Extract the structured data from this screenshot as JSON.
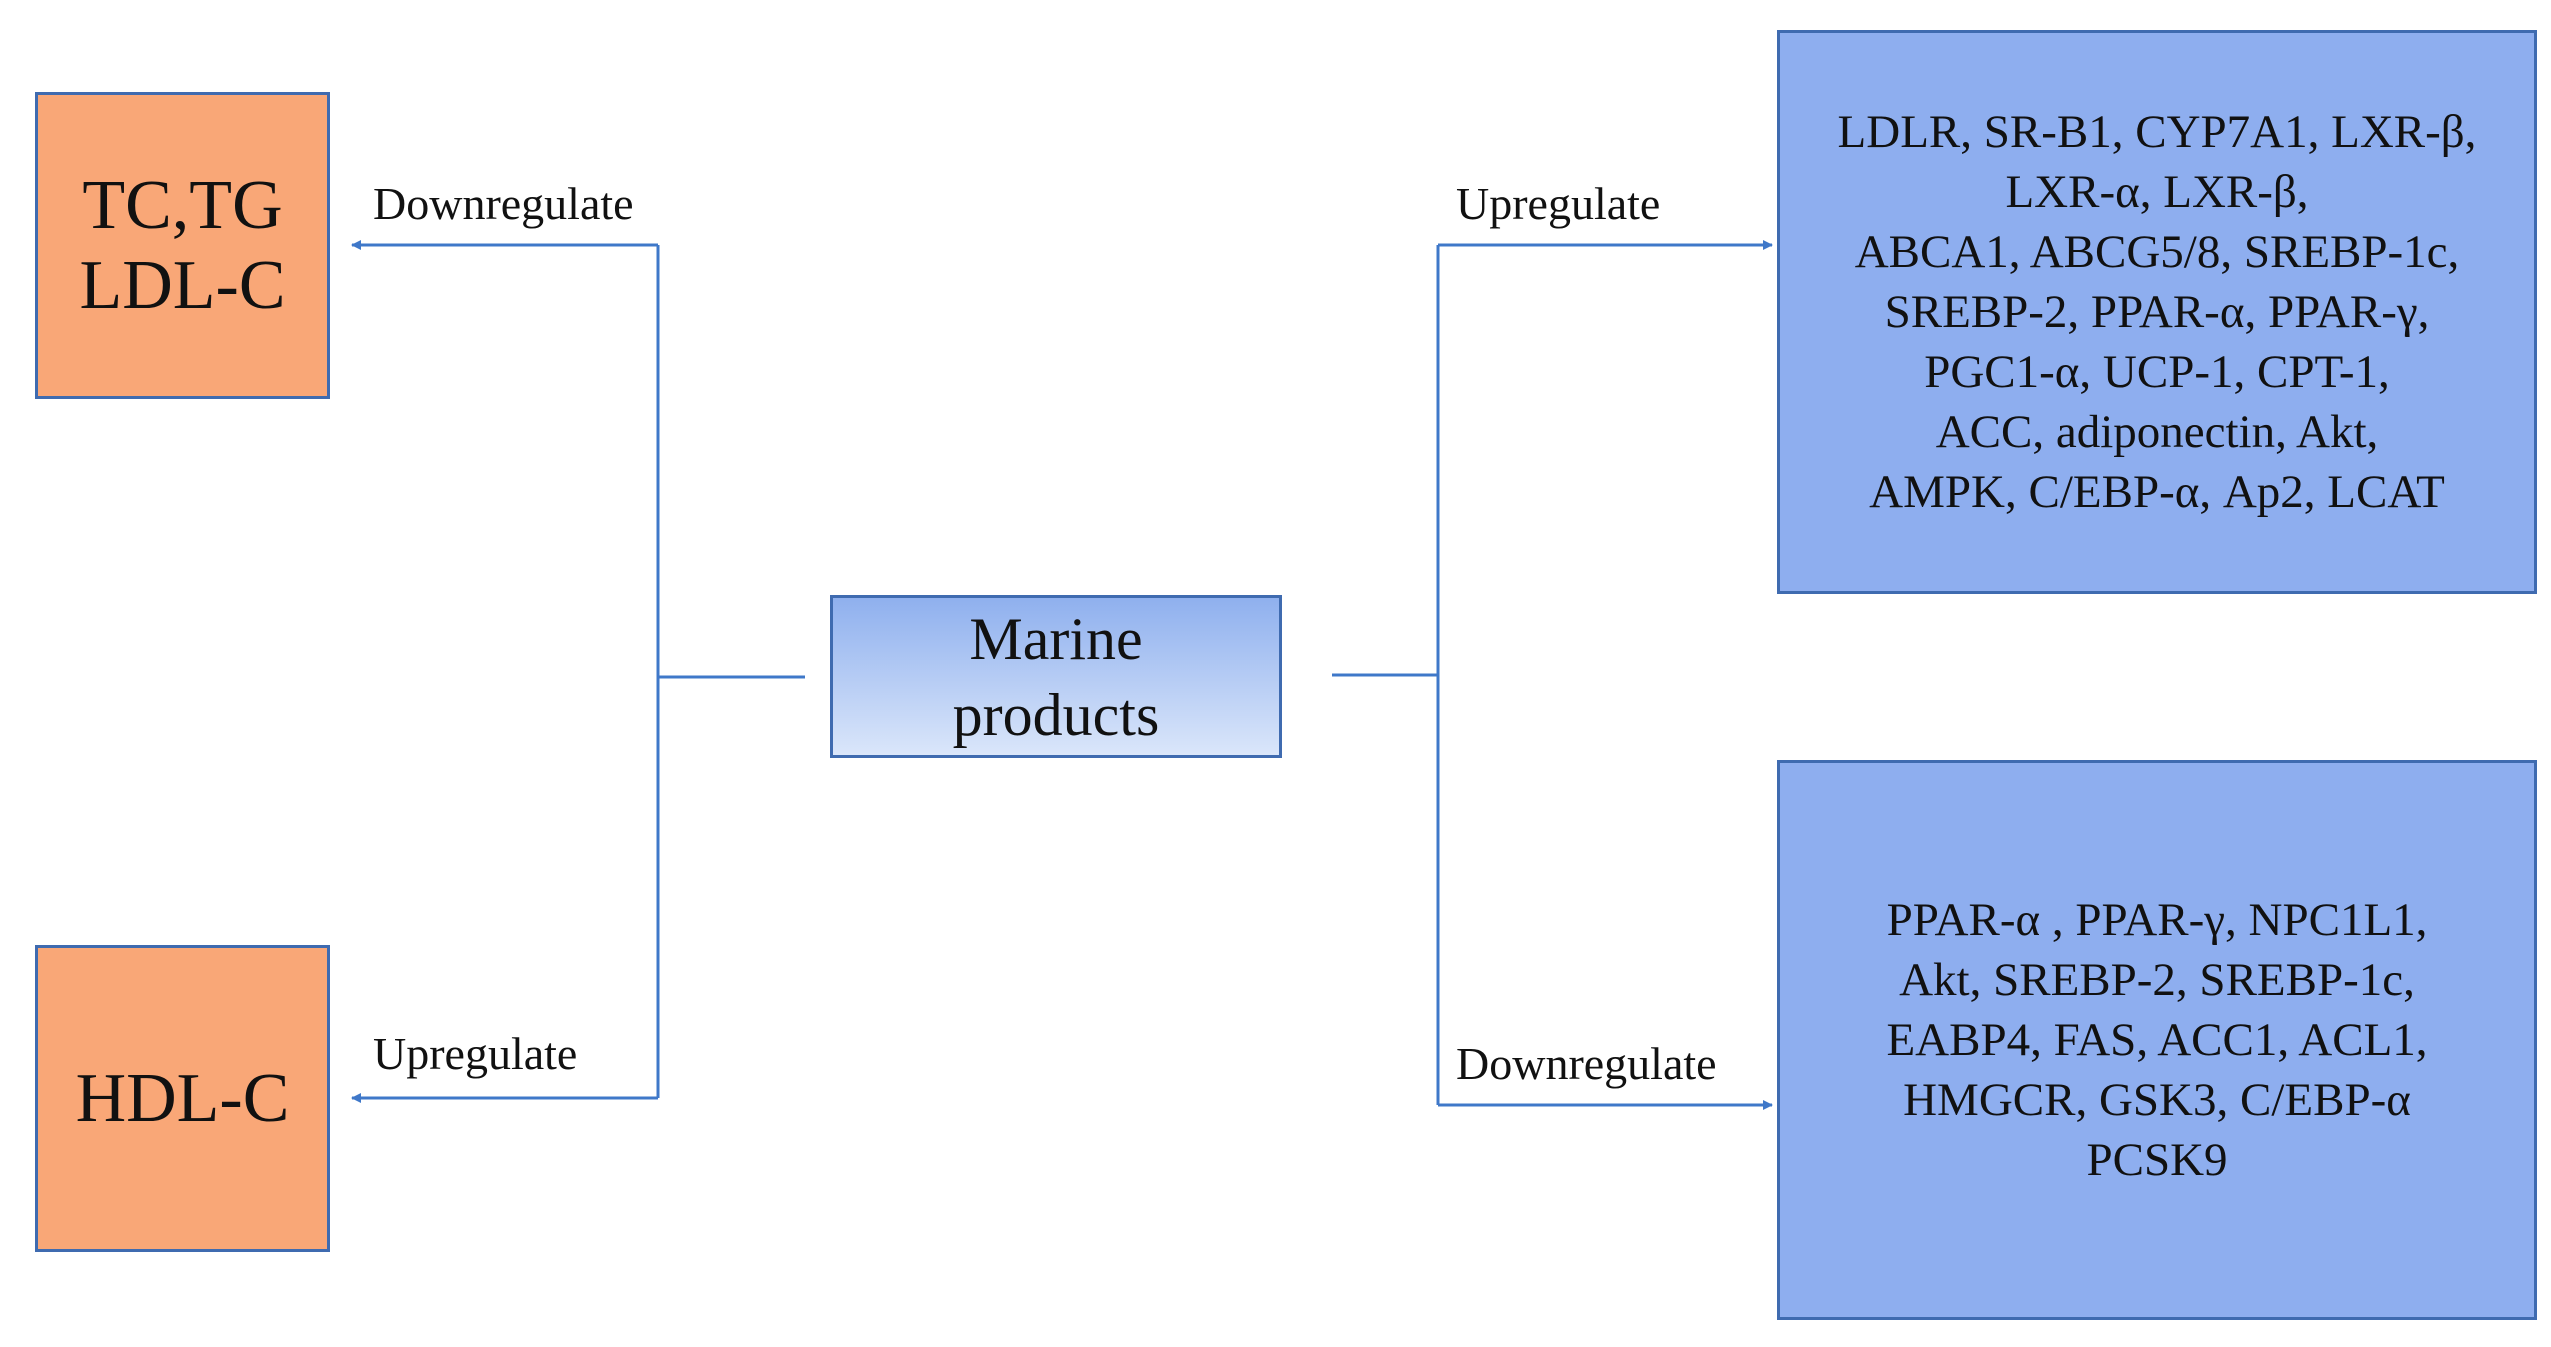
{
  "outcomes": {
    "tc_tg": [
      "TC,TG",
      "LDL-C"
    ],
    "hdl": "HDL-C"
  },
  "center_node": [
    "Marine",
    "products"
  ],
  "labels": {
    "left_top": "Downregulate",
    "left_bottom": "Upregulate",
    "right_top": "Upregulate",
    "right_bottom": "Downregulate"
  },
  "upregulated_genes": [
    "LDLR, SR-B1, CYP7A1, LXR-β,",
    "LXR-α, LXR-β,",
    "ABCA1, ABCG5/8, SREBP-1c,",
    "SREBP-2, PPAR-α, PPAR-γ,",
    "PGC1-α, UCP-1, CPT-1,",
    "ACC, adiponectin, Akt,",
    "AMPK, C/EBP-α, Ap2, LCAT"
  ],
  "downregulated_genes": [
    "PPAR-α , PPAR-γ, NPC1L1,",
    "Akt, SREBP-2, SREBP-1c,",
    "EABP4, FAS, ACC1, ACL1,",
    "HMGCR, GSK3,  C/EBP-α",
    "PCSK9"
  ],
  "colors": {
    "outcome_box": "#f9a777",
    "gene_box": "#8eaeef",
    "connector": "#3f78c9"
  }
}
